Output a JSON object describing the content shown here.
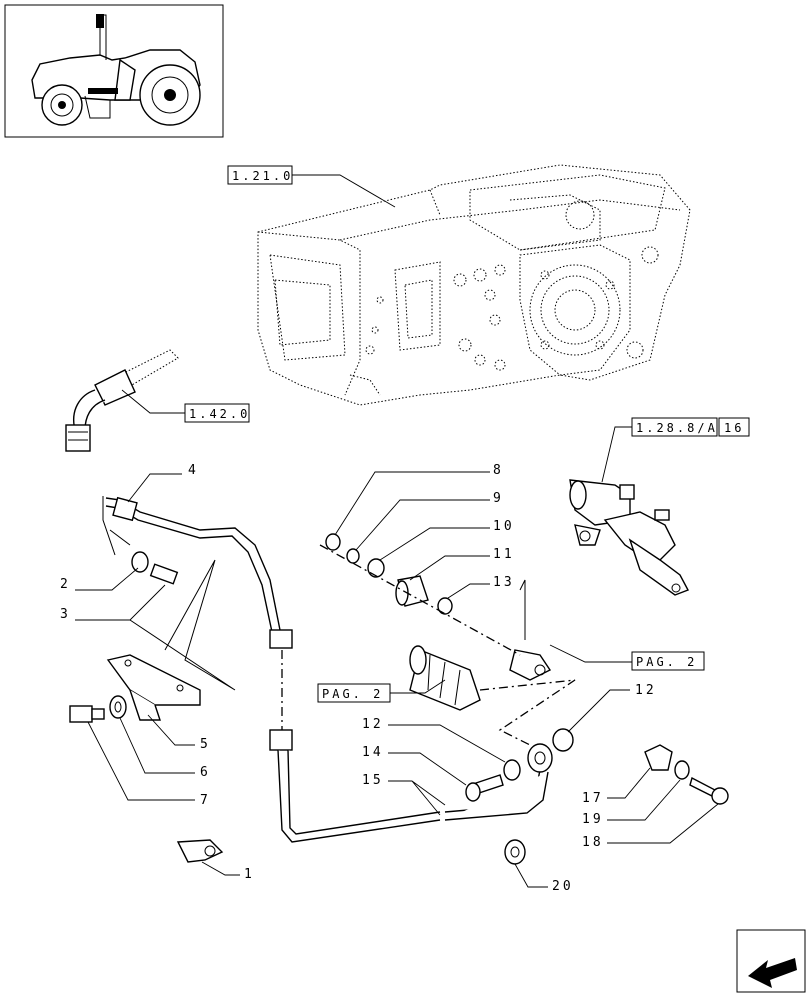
{
  "reference_boxes": {
    "ref_1_21_0": "1.21.0",
    "ref_1_42_0": "1.42.0",
    "ref_1_28_8_a": "1.28.8/A",
    "ref_1_28_8_a_sub": "16",
    "pag_2_right": "PAG. 2",
    "pag_2_left": "PAG. 2"
  },
  "callouts": {
    "c1": "1",
    "c2": "2",
    "c3": "3",
    "c4": "4",
    "c5": "5",
    "c6": "6",
    "c7": "7",
    "c8": "8",
    "c9": "9",
    "c10": "10",
    "c11": "11",
    "c12a": "12",
    "c12b": "12",
    "c13": "13",
    "c14": "14",
    "c15": "15",
    "c17": "17",
    "c18": "18",
    "c19": "19",
    "c20": "20"
  },
  "icons": {
    "tractor": "tractor-thumbnail-icon",
    "nav": "next-page-arrow-icon"
  }
}
